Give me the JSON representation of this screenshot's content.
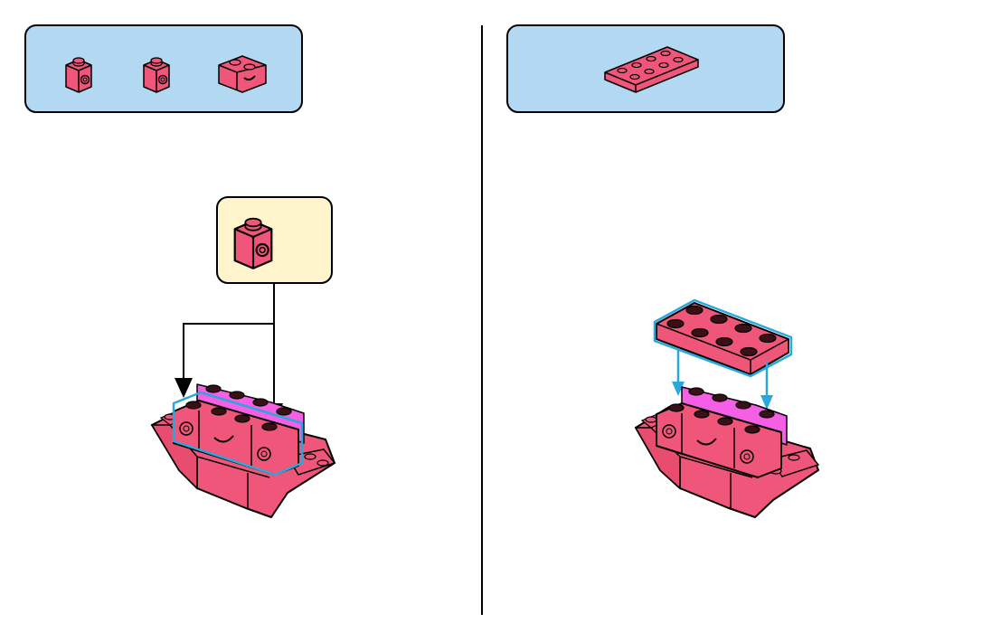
{
  "colors": {
    "brick": "#f0567a",
    "brick_side": "#e84d70",
    "magenta": "#f45fe3",
    "parts_box": "#b3d8f2",
    "callout_box": "#fff4cc",
    "outline": "#000000",
    "highlight": "#2aa7dc"
  },
  "steps": [
    {
      "parts_list": [
        "brick-1x1-with-side-stud",
        "brick-1x1-with-side-stud",
        "brick-1x2-with-smile-print"
      ],
      "callout_part": "brick-1x1-with-side-stud",
      "arrow_color": "black"
    },
    {
      "parts_list": [
        "plate-2x4"
      ],
      "arrow_color": "blue"
    }
  ]
}
